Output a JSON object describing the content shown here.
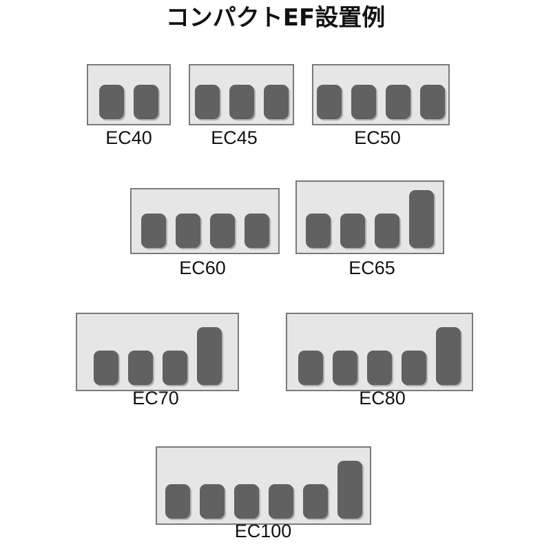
{
  "title": "コンパクトEF設置例",
  "colors": {
    "panel": "#e6e6e6",
    "panel_border": "#7a7a7a",
    "block": "#616161"
  },
  "models": [
    {
      "label": "EC40",
      "units": [
        {
          "kind": "short"
        },
        {
          "kind": "short"
        }
      ]
    },
    {
      "label": "EC45",
      "units": [
        {
          "kind": "short"
        },
        {
          "kind": "short"
        },
        {
          "kind": "short"
        }
      ]
    },
    {
      "label": "EC50",
      "units": [
        {
          "kind": "short"
        },
        {
          "kind": "short"
        },
        {
          "kind": "short"
        },
        {
          "kind": "short"
        }
      ]
    },
    {
      "label": "EC60",
      "units": [
        {
          "kind": "short"
        },
        {
          "kind": "short"
        },
        {
          "kind": "short"
        },
        {
          "kind": "short"
        }
      ]
    },
    {
      "label": "EC65",
      "units": [
        {
          "kind": "short"
        },
        {
          "kind": "short"
        },
        {
          "kind": "short"
        },
        {
          "kind": "tall"
        }
      ]
    },
    {
      "label": "EC70",
      "units": [
        {
          "kind": "short"
        },
        {
          "kind": "short"
        },
        {
          "kind": "short"
        },
        {
          "kind": "tall"
        }
      ]
    },
    {
      "label": "EC80",
      "units": [
        {
          "kind": "short"
        },
        {
          "kind": "short"
        },
        {
          "kind": "short"
        },
        {
          "kind": "short"
        },
        {
          "kind": "tall"
        }
      ]
    },
    {
      "label": "EC100",
      "units": [
        {
          "kind": "short"
        },
        {
          "kind": "short"
        },
        {
          "kind": "short"
        },
        {
          "kind": "short"
        },
        {
          "kind": "short"
        },
        {
          "kind": "tall"
        }
      ]
    }
  ]
}
